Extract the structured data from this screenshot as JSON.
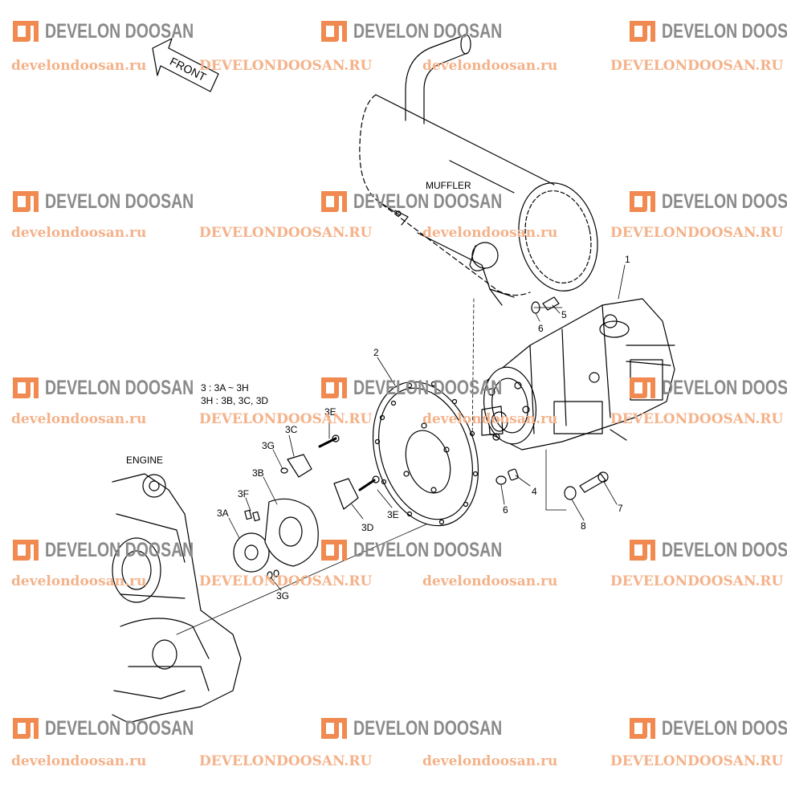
{
  "watermark": {
    "brand": "DEVELON DOOSAN",
    "url_lower": "develondoosan.ru",
    "url_upper": "DEVELONDOOSAN.RU",
    "brand_color": "#8a8a8a",
    "logo_color": "#f08a50",
    "url_color": "#f4b28a"
  },
  "front_arrow": {
    "text": "FRONT"
  },
  "labels": {
    "muffler": "MUFFLER",
    "engine": "ENGINE",
    "legend_line1": "3 : 3A ~ 3H",
    "legend_line2": "3H : 3B, 3C, 3D"
  },
  "callouts": [
    "1",
    "2",
    "3A",
    "3B",
    "3C",
    "3D",
    "3E",
    "3E",
    "3F",
    "3G",
    "3G",
    "4",
    "5",
    "6",
    "6",
    "7",
    "8"
  ]
}
